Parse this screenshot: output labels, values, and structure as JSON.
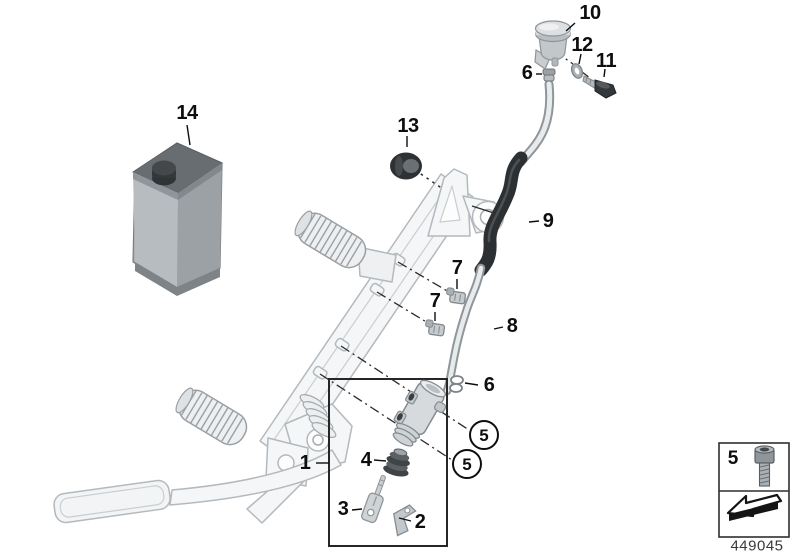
{
  "diagram": {
    "callouts": {
      "c10": "10",
      "c12": "12",
      "c11": "11",
      "c6_top": "6",
      "c14": "14",
      "c13": "13",
      "c9": "9",
      "c7_upper": "7",
      "c7_lower": "7",
      "c8": "8",
      "c6_lower": "6",
      "c5_circle_upper": "5",
      "c5_circle_lower": "5",
      "c1": "1",
      "c4": "4",
      "c3": "3",
      "c2": "2"
    },
    "legend": {
      "item": "5",
      "icons": [
        "socket-head-screw-icon",
        "direction-arrow-icon"
      ]
    },
    "footer": {
      "image_number": "449045"
    },
    "colors": {
      "label": "#0e0e0e",
      "line_art_stroke": "#b3b9bd",
      "metal_light": "#d6dadc",
      "metal_mid": "#9aa0a5",
      "dark_rubber": "#2d3032",
      "background": "#ffffff"
    }
  }
}
